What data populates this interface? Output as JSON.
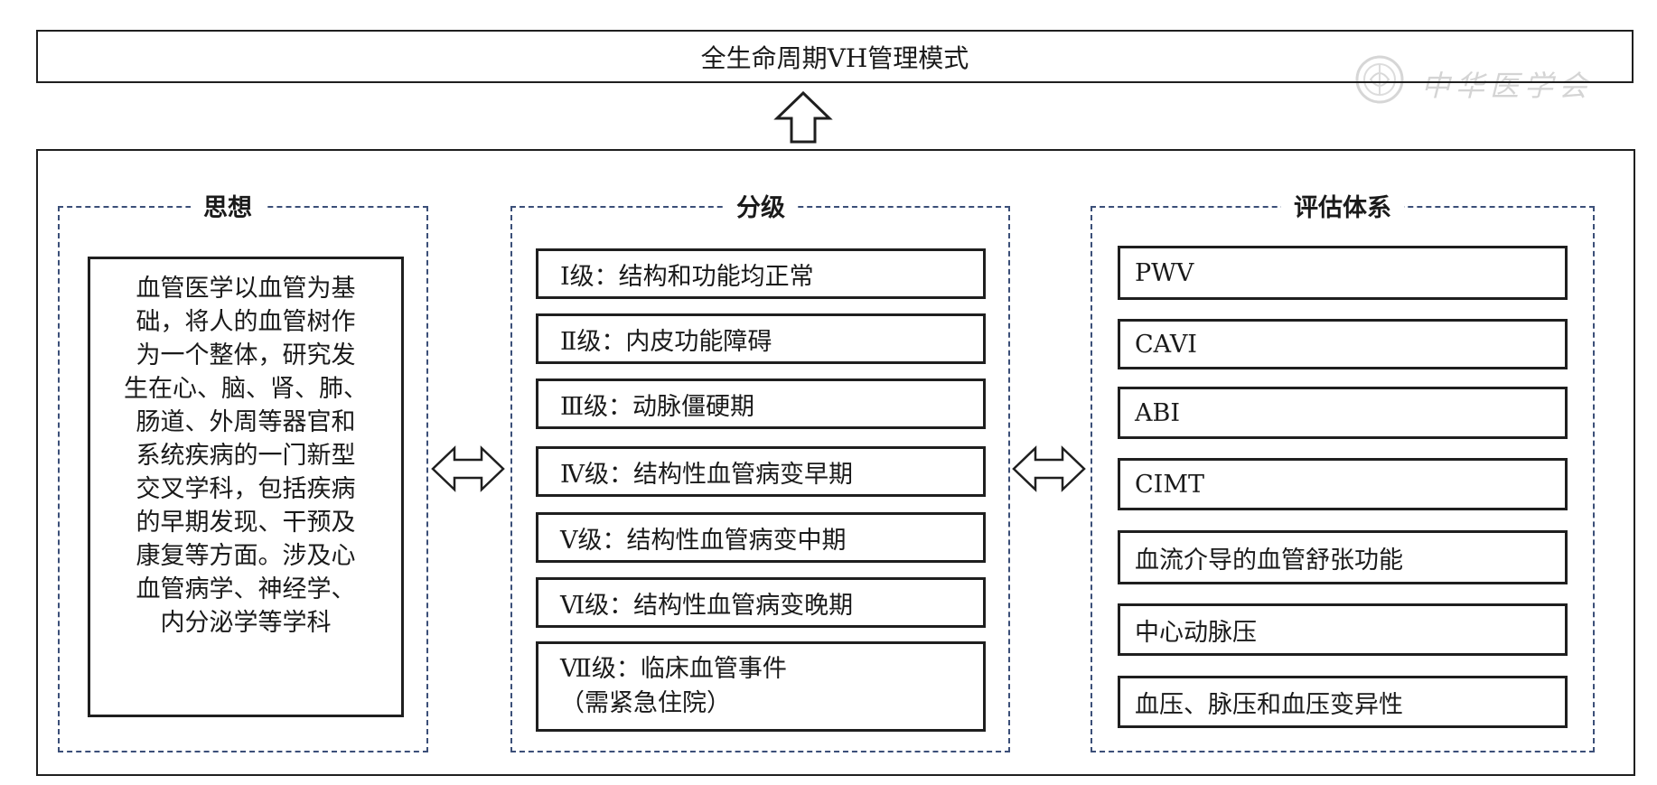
{
  "title": "全生命周期VH管理模式",
  "watermark_text": "中华医学会",
  "sections": {
    "idea": {
      "heading": "思想",
      "lines": [
        "血管医学以血管为基",
        "础，将人的血管树作",
        "为一个整体，研究发",
        "生在心、脑、肾、肺、",
        "肠道、外周等器官和",
        "系统疾病的一门新型",
        "交叉学科，包括疾病",
        "的早期发现、干预及",
        "康复等方面。涉及心",
        "血管病学、神经学、",
        "内分泌学等学科"
      ]
    },
    "grading": {
      "heading": "分级",
      "items": [
        "Ⅰ级：结构和功能均正常",
        "Ⅱ级：内皮功能障碍",
        "Ⅲ级：动脉僵硬期",
        "Ⅳ级：结构性血管病变早期",
        "Ⅴ级：结构性血管病变中期",
        "Ⅵ级：结构性血管病变晚期"
      ],
      "last_item": [
        "Ⅶ级：临床血管事件",
        "（需紧急住院）"
      ]
    },
    "evaluation": {
      "heading": "评估体系",
      "items": [
        "PWV",
        "CAVI",
        "ABI",
        "CIMT",
        "血流介导的血管舒张功能",
        "中心动脉压",
        "血压、脉压和血压变异性"
      ]
    }
  }
}
